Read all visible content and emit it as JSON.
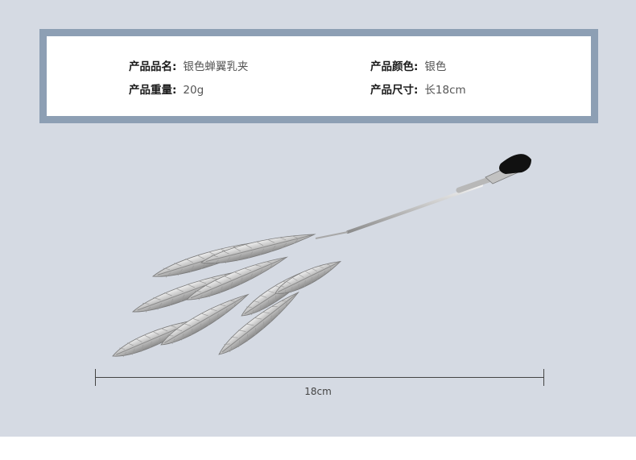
{
  "info": {
    "name_label": "产品品名:",
    "name_value": "银色蝉翼乳夹",
    "color_label": "产品颜色:",
    "color_value": "银色",
    "weight_label": "产品重量:",
    "weight_value": "20g",
    "size_label": "产品尺寸:",
    "size_value": "长18cm"
  },
  "measure": {
    "label": "18cm"
  },
  "colors": {
    "background": "#d5dae3",
    "frame": "#8d9fb4",
    "silver": "#c9c9c9",
    "clip_tip": "#111111"
  },
  "icons": {
    "product": "leaf-clip-image"
  }
}
